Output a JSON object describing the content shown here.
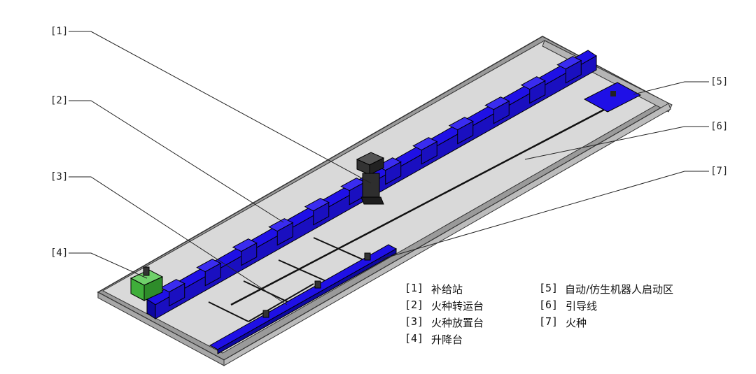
{
  "callouts": [
    "[1]",
    "[2]",
    "[3]",
    "[4]",
    "[5]",
    "[6]",
    "[7]"
  ],
  "legend": [
    {
      "num": "[1]",
      "name": "补给站"
    },
    {
      "num": "[2]",
      "name": "火种转运台"
    },
    {
      "num": "[3]",
      "name": "火种放置台"
    },
    {
      "num": "[4]",
      "name": "升降台"
    },
    {
      "num": "[5]",
      "name": "自动/仿生机器人启动区"
    },
    {
      "num": "[6]",
      "name": "引导线"
    },
    {
      "num": "[7]",
      "name": "火种"
    }
  ],
  "colors": {
    "board": "#d9d9d9",
    "board_edge": "#8c8c8c",
    "wall_blue": "#1f10e6",
    "wall_blue_dark": "#0d07a0",
    "lift_green": "#3fae3a",
    "supply_dark": "#2e2e2e"
  }
}
